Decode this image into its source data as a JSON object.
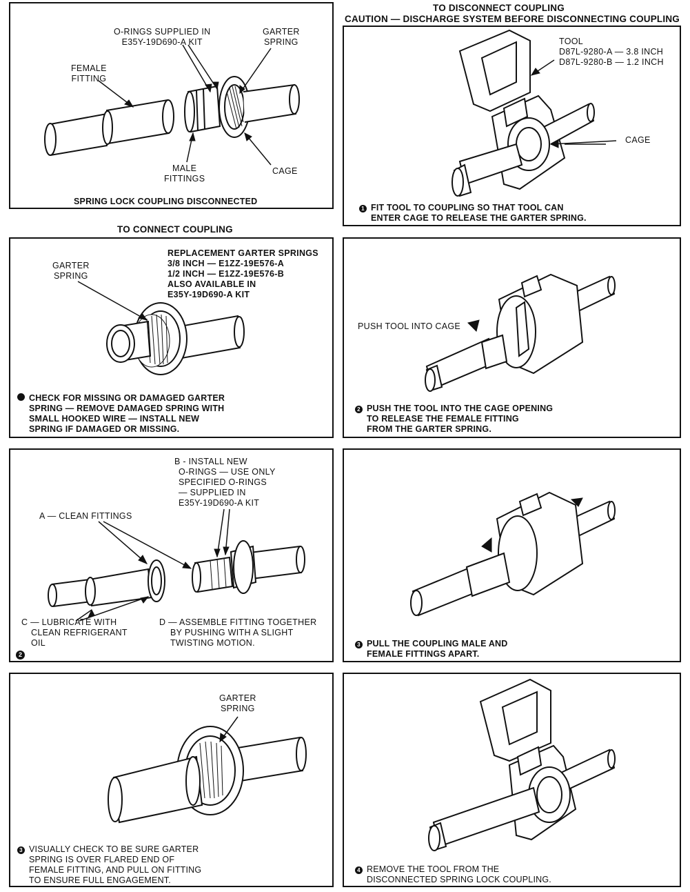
{
  "titles": {
    "disconnect_heading": "TO DISCONNECT COUPLING",
    "caution": "CAUTION — DISCHARGE SYSTEM BEFORE DISCONNECTING COUPLING",
    "connect_heading": "TO CONNECT COUPLING"
  },
  "panel1": {
    "o_rings_1": "O-RINGS SUPPLIED IN",
    "o_rings_2": "E35Y-19D690-A KIT",
    "garter_1": "GARTER",
    "garter_2": "SPRING",
    "female_1": "FEMALE",
    "female_2": "FITTING",
    "male_1": "MALE",
    "male_2": "FITTINGS",
    "cage": "CAGE",
    "caption": "SPRING LOCK COUPLING DISCONNECTED"
  },
  "panel2": {
    "tool": "TOOL",
    "tool_a": "D87L-9280-A — 3.8 INCH",
    "tool_b": "D87L-9280-B — 1.2 INCH",
    "cage": "CAGE",
    "step": "1",
    "caption_1": "FIT TOOL TO COUPLING SO THAT TOOL CAN",
    "caption_2": "ENTER CAGE TO RELEASE THE GARTER SPRING."
  },
  "panel3": {
    "garter_1": "GARTER",
    "garter_2": "SPRING",
    "repl_1": "REPLACEMENT GARTER SPRINGS",
    "repl_2": "3/8 INCH — E1ZZ-19E576-A",
    "repl_3": "1/2 INCH — E1ZZ-19E576-B",
    "repl_4": "ALSO AVAILABLE IN",
    "repl_5": "E35Y-19D690-A KIT",
    "caption_1": "CHECK FOR MISSING OR DAMAGED GARTER",
    "caption_2": "SPRING — REMOVE DAMAGED SPRING WITH",
    "caption_3": "SMALL HOOKED WIRE — INSTALL NEW",
    "caption_4": "SPRING IF DAMAGED OR MISSING."
  },
  "panel4": {
    "push_label": "PUSH TOOL INTO CAGE",
    "step": "2",
    "caption_1": "PUSH THE TOOL INTO THE CAGE OPENING",
    "caption_2": "TO RELEASE THE FEMALE FITTING",
    "caption_3": "FROM THE GARTER SPRING."
  },
  "panel5": {
    "b_1": "B - INSTALL NEW",
    "b_2": "O-RINGS — USE ONLY",
    "b_3": "SPECIFIED O-RINGS",
    "b_4": "— SUPPLIED IN",
    "b_5": "E35Y-19D690-A KIT",
    "a": "A — CLEAN FITTINGS",
    "c_1": "C — LUBRICATE WITH",
    "c_2": "CLEAN REFRIGERANT",
    "c_3": "OIL",
    "d_1": "D — ASSEMBLE FITTING TOGETHER",
    "d_2": "BY PUSHING WITH A SLIGHT",
    "d_3": "TWISTING MOTION.",
    "step": "2"
  },
  "panel6": {
    "step": "3",
    "caption_1": "PULL THE COUPLING MALE AND",
    "caption_2": "FEMALE FITTINGS APART."
  },
  "panel7": {
    "garter_1": "GARTER",
    "garter_2": "SPRING",
    "step": "3",
    "caption_1": "VISUALLY CHECK TO BE SURE GARTER",
    "caption_2": "SPRING IS OVER FLARED END OF",
    "caption_3": "FEMALE FITTING, AND PULL ON FITTING",
    "caption_4": "TO ENSURE FULL ENGAGEMENT."
  },
  "panel8": {
    "step": "4",
    "caption_1": "REMOVE THE TOOL FROM THE",
    "caption_2": "DISCONNECTED SPRING LOCK COUPLING."
  }
}
